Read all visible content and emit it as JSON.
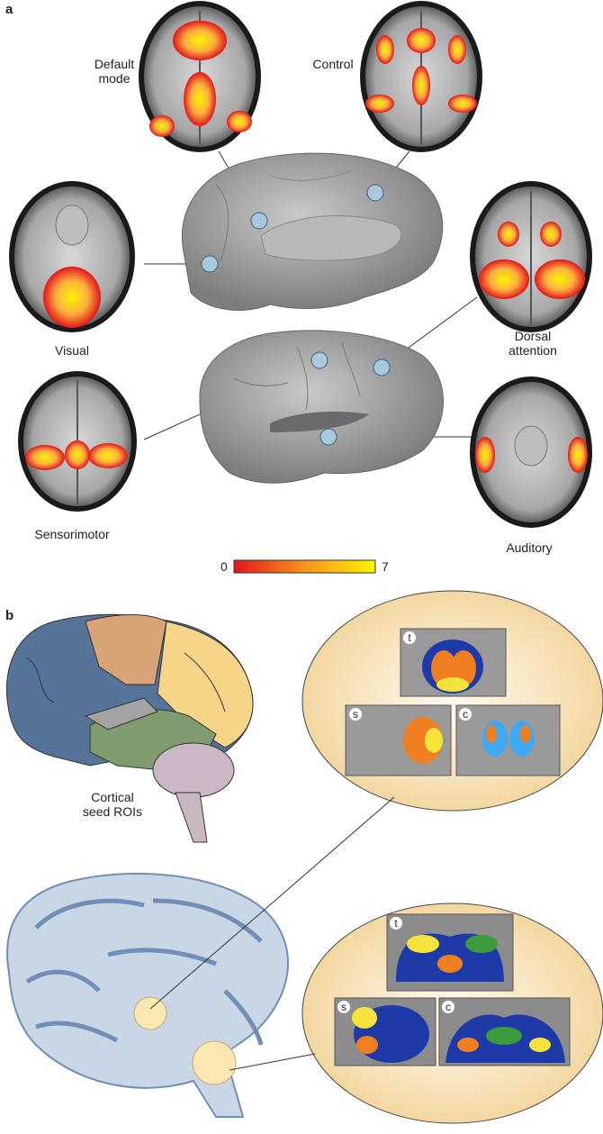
{
  "panel_a": {
    "letter": "a",
    "networks": [
      {
        "id": "default",
        "label": "Default\nmode"
      },
      {
        "id": "control",
        "label": "Control"
      },
      {
        "id": "visual",
        "label": "Visual"
      },
      {
        "id": "dorsal",
        "label": "Dorsal\nattention"
      },
      {
        "id": "sensorimotor",
        "label": "Sensorimotor"
      },
      {
        "id": "auditory",
        "label": "Auditory"
      }
    ],
    "colorbar": {
      "min": "0",
      "max": "7",
      "colors": [
        "#e3161b",
        "#f7941d",
        "#fff200"
      ]
    }
  },
  "panel_b": {
    "letter": "b",
    "cortical_label": "Cortical\nseed ROIs",
    "thalamus_views": [
      "t",
      "s",
      "c"
    ],
    "cerebellum_views": [
      "t",
      "s",
      "c"
    ]
  },
  "colors": {
    "brain_gray": "#8f8f8f",
    "roi_blue": "#9fc3d8",
    "ellipse_fill": "#f6dfae",
    "lobe_blue": "#56739a",
    "lobe_orange": "#d7a377",
    "lobe_yellow": "#f6d488",
    "lobe_green": "#7e9c6e",
    "lobe_gray": "#a3a3a3",
    "cerebellum_purple": "#cbb8c6",
    "medial_fill": "#c9d6e6",
    "medial_lines": "#6f8fb8"
  }
}
